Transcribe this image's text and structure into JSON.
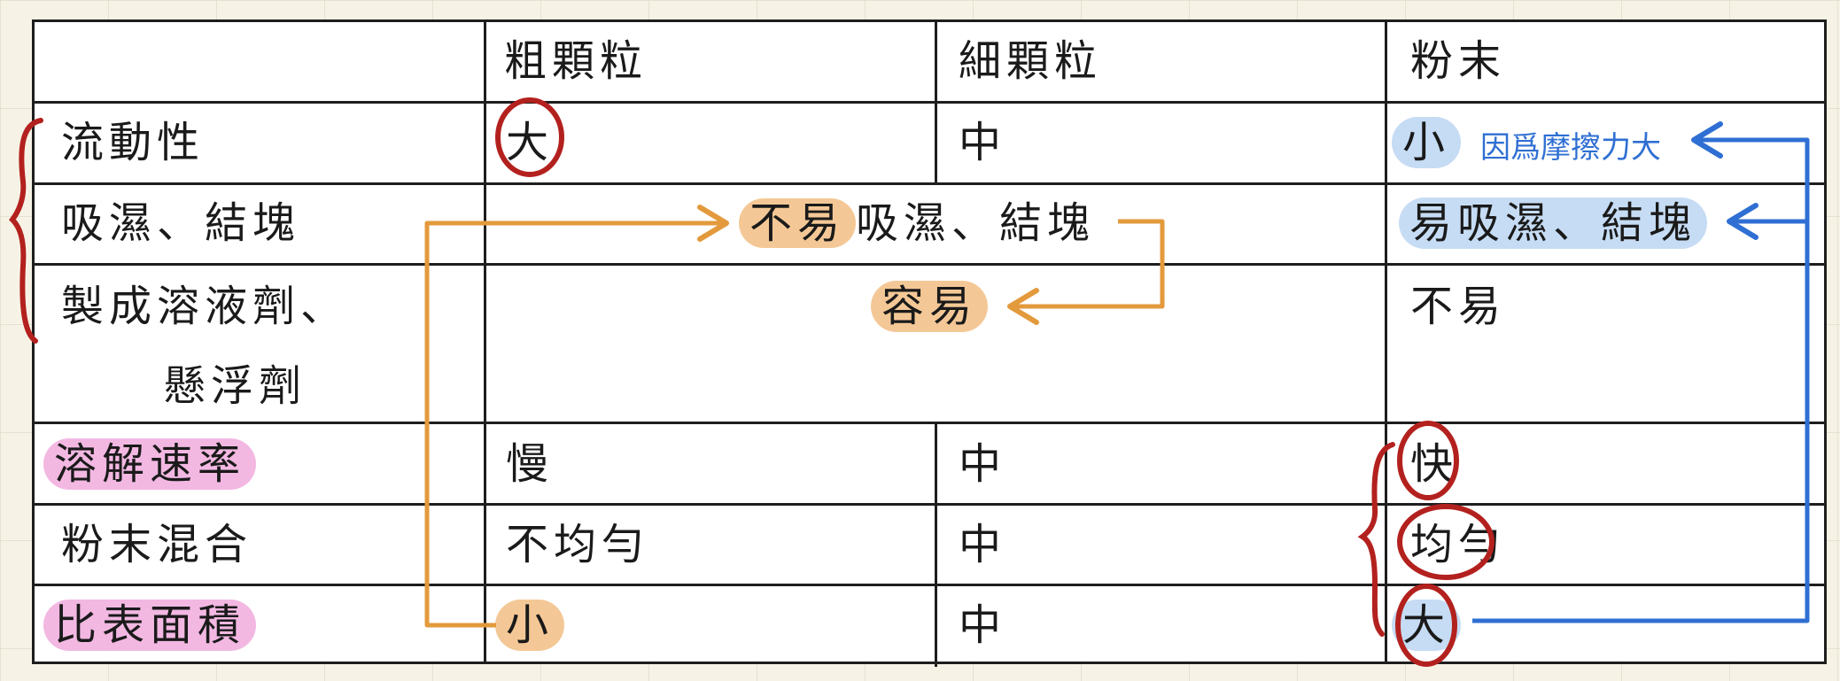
{
  "table": {
    "header": {
      "coarse": "粗顆粒",
      "fine": "細顆粒",
      "powder": "粉末"
    },
    "rows": {
      "flow": {
        "label": "流動性",
        "coarse": "大",
        "fine": "中",
        "powder": "小"
      },
      "moisture": {
        "label": "吸濕、結塊",
        "coarse_fine_prefix": "不易",
        "coarse_fine_rest": "吸濕、結塊",
        "powder": "易吸濕、結塊"
      },
      "solution": {
        "label_line1": "製成溶液劑、",
        "label_line2": "懸浮劑",
        "coarse_fine": "容易",
        "powder": "不易"
      },
      "dissolve": {
        "label": "溶解速率",
        "coarse": "慢",
        "fine": "中",
        "powder": "快"
      },
      "mixing": {
        "label": "粉末混合",
        "coarse": "不均勻",
        "fine": "中",
        "powder": "均勻"
      },
      "surface": {
        "label": "比表面積",
        "coarse": "小",
        "fine": "中",
        "powder": "大"
      }
    }
  },
  "annotations": {
    "friction_note": "因爲摩擦力大"
  },
  "colors": {
    "blue_highlight": "#c6dcf4",
    "orange_highlight": "#f4c896",
    "pink_highlight": "#f2b8e2",
    "blue_pen": "#2f6fd3",
    "orange_pen": "#e39a3c",
    "red_pen": "#b3211e"
  }
}
